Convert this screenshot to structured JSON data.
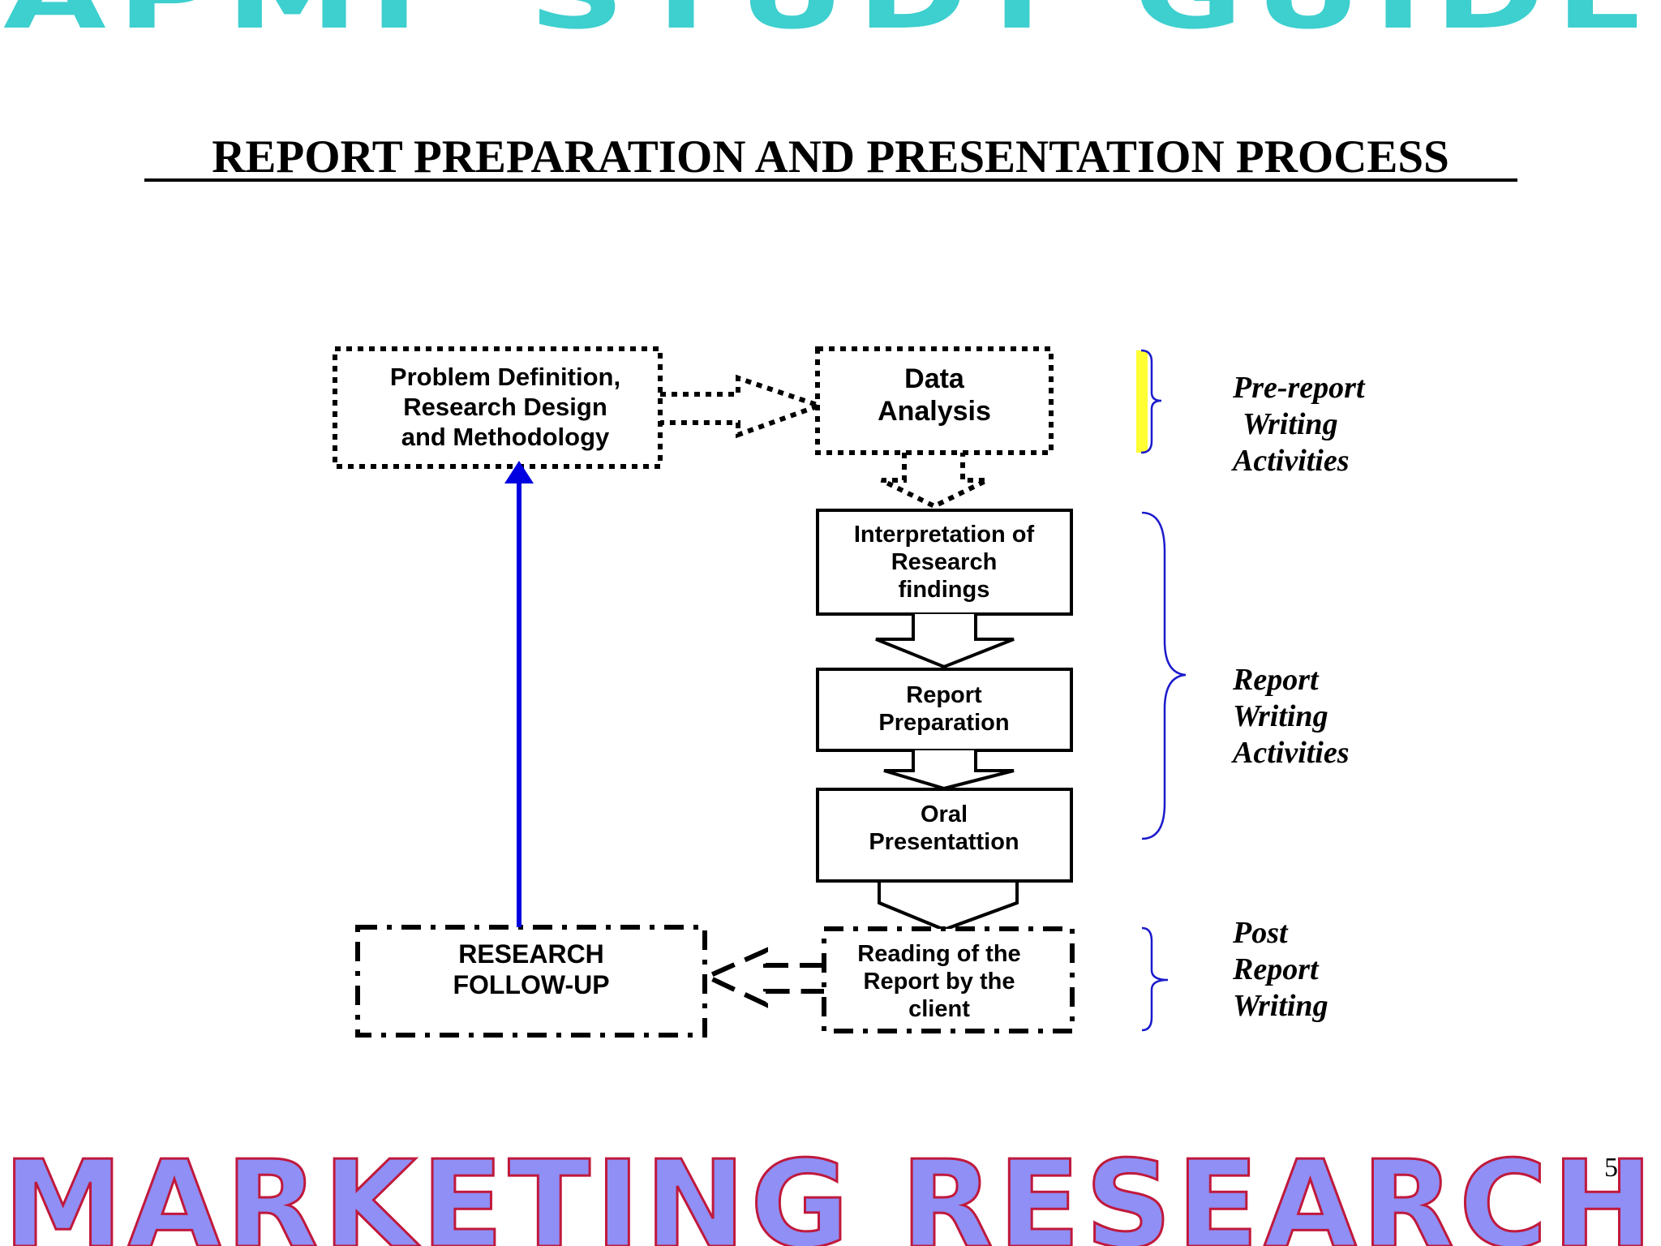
{
  "header_banner": "APMF STUDY GUIDE",
  "footer_banner": "MARKETING RESEARCH",
  "title": "REPORT PREPARATION AND PRESENTATION PROCESS",
  "page_number": "5",
  "boxes": {
    "problem_definition": [
      "Problem Definition,",
      "Research Design",
      "and Methodology"
    ],
    "data_analysis": [
      "Data",
      "Analysis"
    ],
    "interpretation": [
      "Interpretation of",
      "Research",
      "findings"
    ],
    "report_preparation": [
      "Report",
      "Preparation"
    ],
    "oral_presentation": [
      "Oral",
      "Presentattion"
    ],
    "reading_report": [
      "Reading of the",
      "Report by the",
      "client"
    ],
    "research_follow_up": [
      "RESEARCH",
      "FOLLOW-UP"
    ]
  },
  "phases": {
    "pre_report": [
      "Pre-report",
      "Writing",
      "Activities"
    ],
    "report_writing": [
      "Report",
      "Writing",
      "Activities"
    ],
    "post_report": [
      "Post",
      "Report",
      "Writing"
    ]
  },
  "colors": {
    "header_banner": "#3ecfcf",
    "footer_banner": "#8f8ff5",
    "footer_outline": "#c0193c",
    "feedback_arrow": "#0000e0",
    "pre_report_brace": "#ffff33",
    "brace_stroke": "#1a1acc"
  }
}
